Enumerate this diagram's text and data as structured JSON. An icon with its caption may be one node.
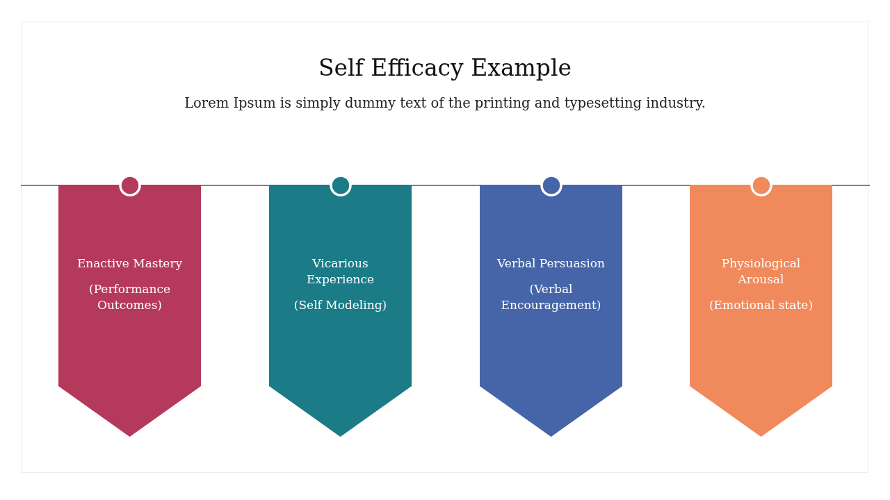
{
  "diagram": {
    "title": "Self Efficacy Example",
    "nodes": [
      {
        "text": [
          "Enactive Mastery",
          "(Performance Outcomes)"
        ]
      },
      {
        "text": [
          "Vicarious Experience",
          "(Self Modeling)"
        ]
      },
      {
        "text": [
          "Verbal Persuasion",
          "(Verbal Encouragement)"
        ]
      },
      {
        "text": [
          "Physiological Arousal",
          "(Emotional state)"
        ]
      }
    ],
    "edges": [],
    "labels": [
      "Lorem Ipsum is simply dummy text of the printing and typesetting industry."
    ]
  }
}
